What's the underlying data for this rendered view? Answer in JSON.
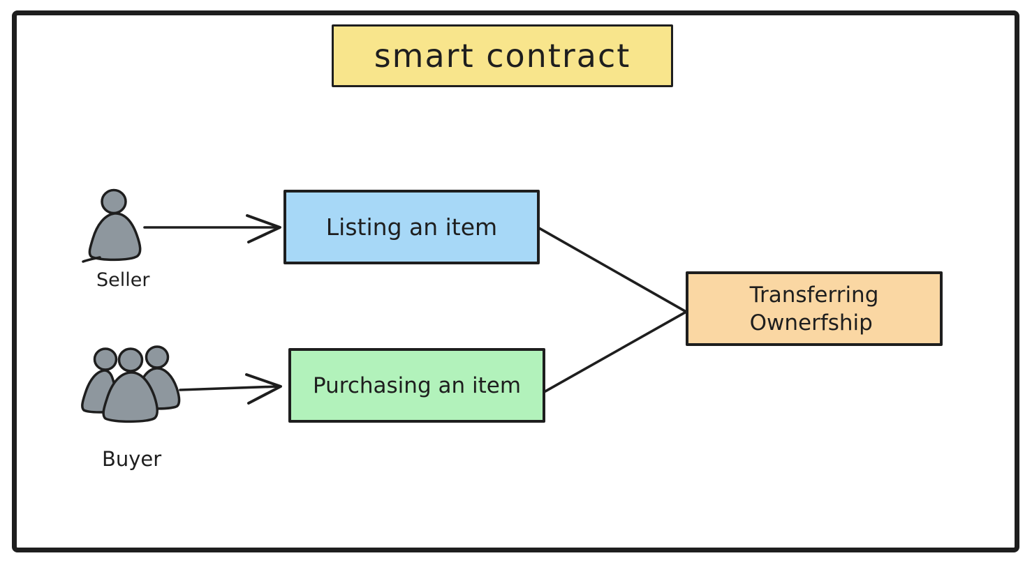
{
  "diagram": {
    "title": "smart contract",
    "nodes": {
      "listing": {
        "label": "Listing an item"
      },
      "purchasing": {
        "label": "Purchasing an item"
      },
      "transferring": {
        "label": "Transferring\nOwnerfship"
      }
    },
    "actors": {
      "seller": {
        "label": "Seller",
        "icon": "person-icon"
      },
      "buyer": {
        "label": "Buyer",
        "icon": "people-group-icon"
      }
    },
    "edges": [
      {
        "from": "seller",
        "to": "listing",
        "type": "arrow"
      },
      {
        "from": "buyer",
        "to": "purchasing",
        "type": "arrow"
      },
      {
        "from": "listing",
        "to": "transferring",
        "type": "line"
      },
      {
        "from": "purchasing",
        "to": "transferring",
        "type": "line"
      }
    ],
    "colors": {
      "title_bg": "#F8E58C",
      "listing_bg": "#A7D8F7",
      "purchasing_bg": "#B2F2BB",
      "transferring_bg": "#FAD7A3",
      "actor_fill": "#8E979E",
      "stroke": "#1E1E1E",
      "background": "#FFFFFF"
    }
  }
}
